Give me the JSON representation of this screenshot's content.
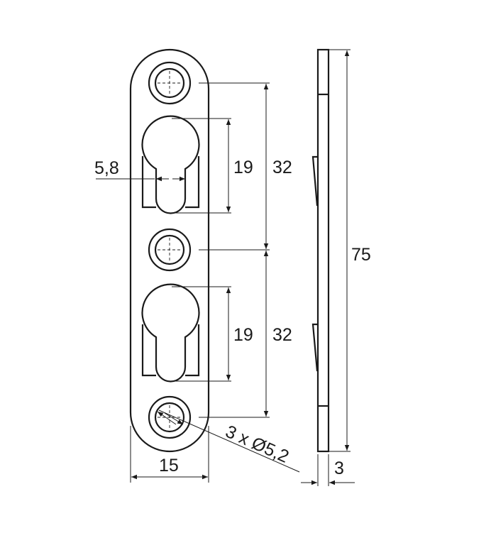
{
  "drawing": {
    "title": "Keyhole hanger plate dimension drawing",
    "dimensions": {
      "slot_width": "5,8",
      "keyhole_height_top": "19",
      "hole_spacing_top": "32",
      "keyhole_height_bottom": "19",
      "hole_spacing_bottom": "32",
      "total_length": "75",
      "width": "15",
      "thickness": "3",
      "hole_callout": "3 x Ø5,2"
    }
  }
}
